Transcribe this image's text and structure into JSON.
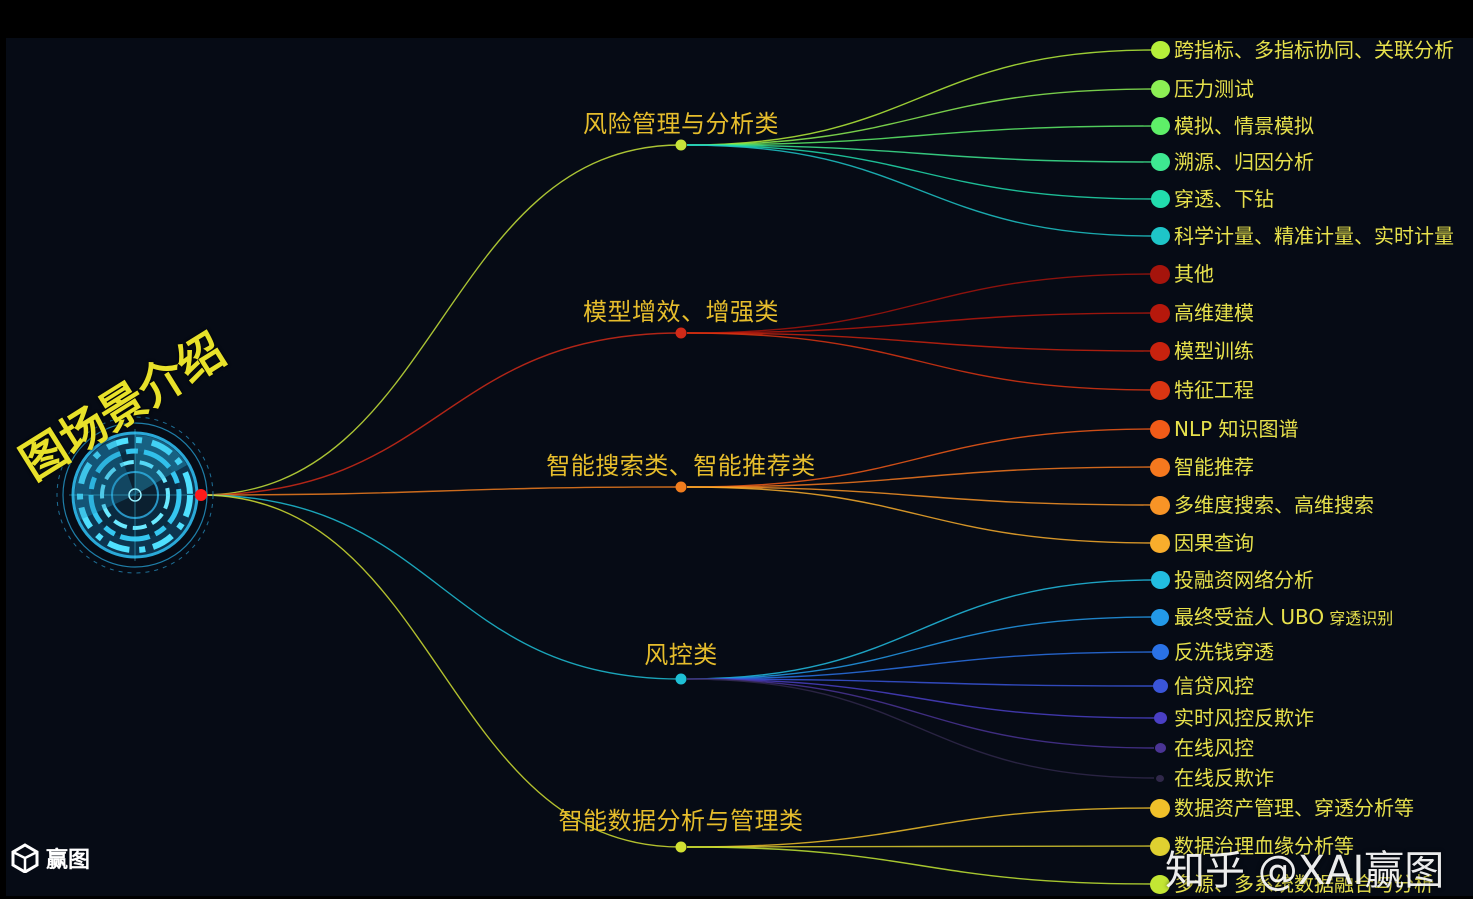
{
  "title": "图场景介绍",
  "colors": {
    "background": "#060b15",
    "category_label": "#e6bd2c",
    "leaf_label": "#e7e14c",
    "root_dot": "#ff1a1a"
  },
  "categories": [
    {
      "label": "风险管理与分析类",
      "color": "#c8e43a",
      "leaves": [
        {
          "label": "跨指标、多指标协同、关联分析",
          "color": "#b6ef3a"
        },
        {
          "label": "压力测试",
          "color": "#8cef54"
        },
        {
          "label": "模拟、情景模拟",
          "color": "#5eef68"
        },
        {
          "label": "溯源、归因分析",
          "color": "#3ee891"
        },
        {
          "label": "穿透、下钻",
          "color": "#22dcad"
        },
        {
          "label": "科学计量、精准计量、实时计量",
          "color": "#1ec5c8"
        }
      ]
    },
    {
      "label": "模型增效、增强类",
      "color": "#d02a18",
      "leaves": [
        {
          "label": "其他",
          "color": "#a5140c"
        },
        {
          "label": "高维建模",
          "color": "#b6180c"
        },
        {
          "label": "模型训练",
          "color": "#c8220e"
        },
        {
          "label": "特征工程",
          "color": "#da3512"
        }
      ]
    },
    {
      "label": "智能搜索类、智能推荐类",
      "color": "#f07d1e",
      "leaves": [
        {
          "label": "NLP 知识图谱",
          "color": "#f15b18"
        },
        {
          "label": "智能推荐",
          "color": "#f5781e"
        },
        {
          "label": "多维度搜索、高维搜索",
          "color": "#f89426"
        },
        {
          "label": "因果查询",
          "color": "#f8ad2c"
        }
      ]
    },
    {
      "label": "风控类",
      "color": "#1ec0d6",
      "leaves": [
        {
          "label": "投融资网络分析",
          "color": "#22bde0"
        },
        {
          "label": "最终受益人 UBO",
          "sub": "穿透识别",
          "color": "#2399e8"
        },
        {
          "label": "反洗钱穿透",
          "color": "#2a72e6"
        },
        {
          "label": "信贷风控",
          "color": "#3a55d8"
        },
        {
          "label": "实时风控反欺诈",
          "color": "#4a3fc4"
        },
        {
          "label": "在线风控",
          "color": "#4a3494"
        },
        {
          "label": "在线反欺诈",
          "color": "#30284a"
        }
      ]
    },
    {
      "label": "智能数据分析与管理类",
      "color": "#d2e032",
      "leaves": [
        {
          "label": "数据资产管理、穿透分析等",
          "color": "#f0c02a"
        },
        {
          "label": "数据治理血缘分析等",
          "color": "#dfd030"
        },
        {
          "label": "多源、多系统数据融合与分析",
          "color": "#c3e634"
        }
      ]
    }
  ],
  "logo_text": "赢图",
  "watermark": "知乎 @XAI赢图"
}
